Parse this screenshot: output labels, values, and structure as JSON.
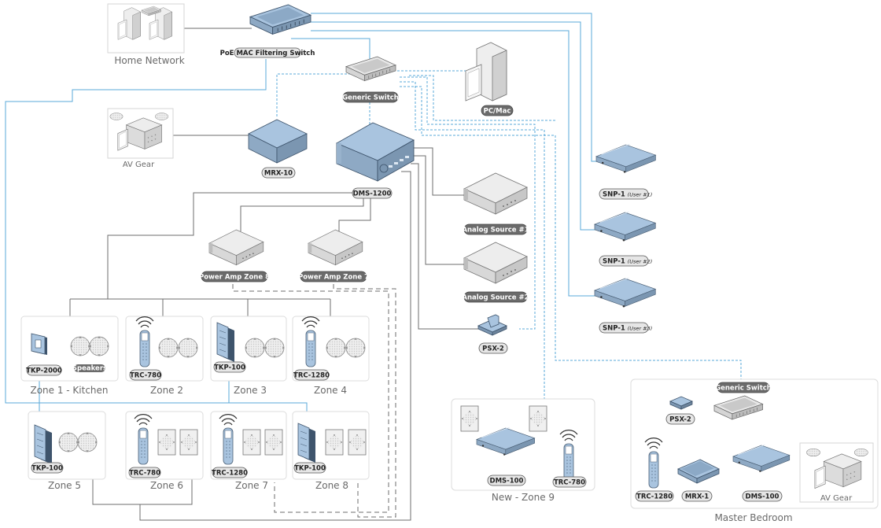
{
  "diagram": {
    "colors": {
      "blue_device": "#a9c4df",
      "blue_line": "#5aa8d8",
      "gray_line": "#6d6d6d",
      "pill_light": "#e6e6e6",
      "pill_dark": "#6b6b6b",
      "box_border": "#d8d8d8"
    },
    "groups": {
      "home_network": "Home Network",
      "av_gear_top": "AV Gear",
      "zone1": "Zone 1 - Kitchen",
      "zone2": "Zone 2",
      "zone3": "Zone 3",
      "zone4": "Zone 4",
      "zone5": "Zone 5",
      "zone6": "Zone 6",
      "zone7": "Zone 7",
      "zone8": "Zone 8",
      "zone9": "New - Zone 9",
      "master_bedroom": "Master Bedroom",
      "av_gear_bedroom": "AV Gear"
    },
    "labels": {
      "poe_switch": "PoE MAC Filtering Switch",
      "generic_switch": "Generic Switch",
      "pc_mac": "PC/Mac",
      "mrx10": "MRX-10",
      "dms1200": "DMS-1200",
      "snp1_a": "SNP-1",
      "snp1_a_user": "(User #1)",
      "snp1_b": "SNP-1",
      "snp1_b_user": "(User #2)",
      "snp1_c": "SNP-1",
      "snp1_c_user": "(User #3)",
      "analog1": "Analog Source #1",
      "analog2": "Analog Source #2",
      "psx2": "PSX-2",
      "amp8": "Power Amp Zone 8",
      "amp7": "Power Amp Zone 7",
      "z1_tkp": "TKP-2000",
      "z1_speakers": "Speakers",
      "z2_trc": "TRC-780",
      "z3_tkp": "TKP-100",
      "z4_trc": "TRC-1280",
      "z5_tkp": "TKP-100",
      "z6_trc": "TRC-780",
      "z7_trc": "TRC-1280",
      "z8_tkp": "TKP-100",
      "z9_dms": "DMS-100",
      "z9_trc": "TRC-780",
      "mb_switch": "Generic Switch",
      "mb_psx": "PSX-2",
      "mb_trc": "TRC-1280",
      "mb_mrx": "MRX-1",
      "mb_dms": "DMS-100"
    }
  }
}
